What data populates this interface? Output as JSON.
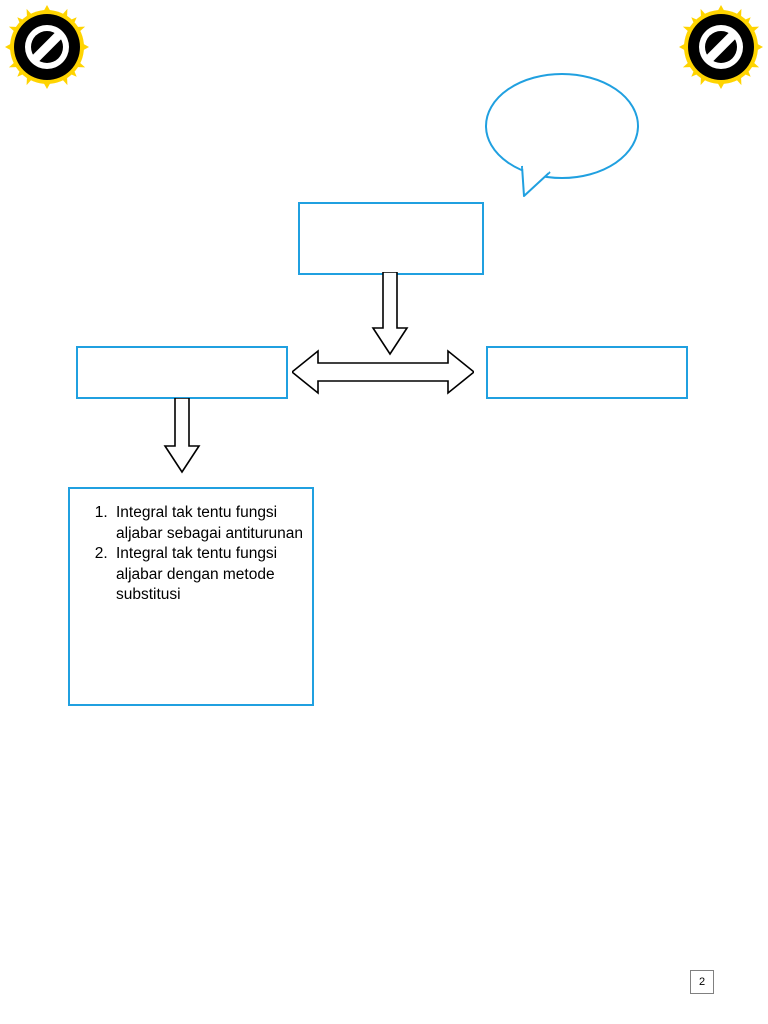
{
  "page": {
    "number": "2",
    "background_color": "#ffffff",
    "accent_color": "#20a0e0"
  },
  "badges": [
    {
      "name": "no-entry-badge-left",
      "icon": "prohibition-sign-icon",
      "ring_color": "#ffd400",
      "disc_color": "#000000",
      "bar_color": "#ffffff"
    },
    {
      "name": "no-entry-badge-right",
      "icon": "prohibition-sign-icon",
      "ring_color": "#ffd400",
      "disc_color": "#000000",
      "bar_color": "#ffffff"
    }
  ],
  "callout": {
    "name": "speech-bubble",
    "text": ""
  },
  "boxes": {
    "top": {
      "label": ""
    },
    "left": {
      "label": ""
    },
    "right": {
      "label": ""
    },
    "list_box": {
      "items": [
        "Integral tak tentu fungsi aljabar sebagai antiturunan",
        "Integral tak tentu fungsi aljabar dengan metode substitusi"
      ]
    }
  },
  "arrows": [
    {
      "name": "arrow-down-from-top-box",
      "direction": "down"
    },
    {
      "name": "arrow-double-horizontal",
      "direction": "left-right"
    },
    {
      "name": "arrow-down-to-list",
      "direction": "down"
    }
  ]
}
